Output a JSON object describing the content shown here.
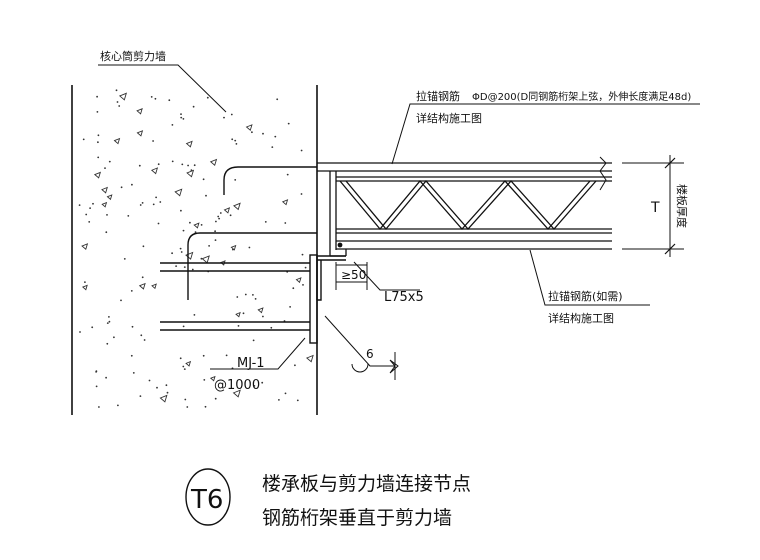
{
  "labels": {
    "wall": "核心筒剪力墙",
    "top_rebar_title": "拉锚钢筋",
    "top_rebar_spec": "ΦD@200(D同钢筋桁架上弦，外伸长度满足48d)",
    "top_rebar_ref": "详结构施工图",
    "bottom_rebar_title": "拉锚钢筋(如需)",
    "bottom_rebar_ref": "详结构施工图",
    "gap": "≥50",
    "angle_section": "L75x5",
    "embed_plate": "MJ-1",
    "embed_spacing": "@1000",
    "weld_size": "6",
    "dim_T": "T",
    "dim_T_desc": "楼板厚度"
  },
  "detail": {
    "symbol": "T6",
    "title_line1": "楼承板与剪力墙连接节点",
    "title_line2": "钢筋桁架垂直于剪力墙"
  }
}
